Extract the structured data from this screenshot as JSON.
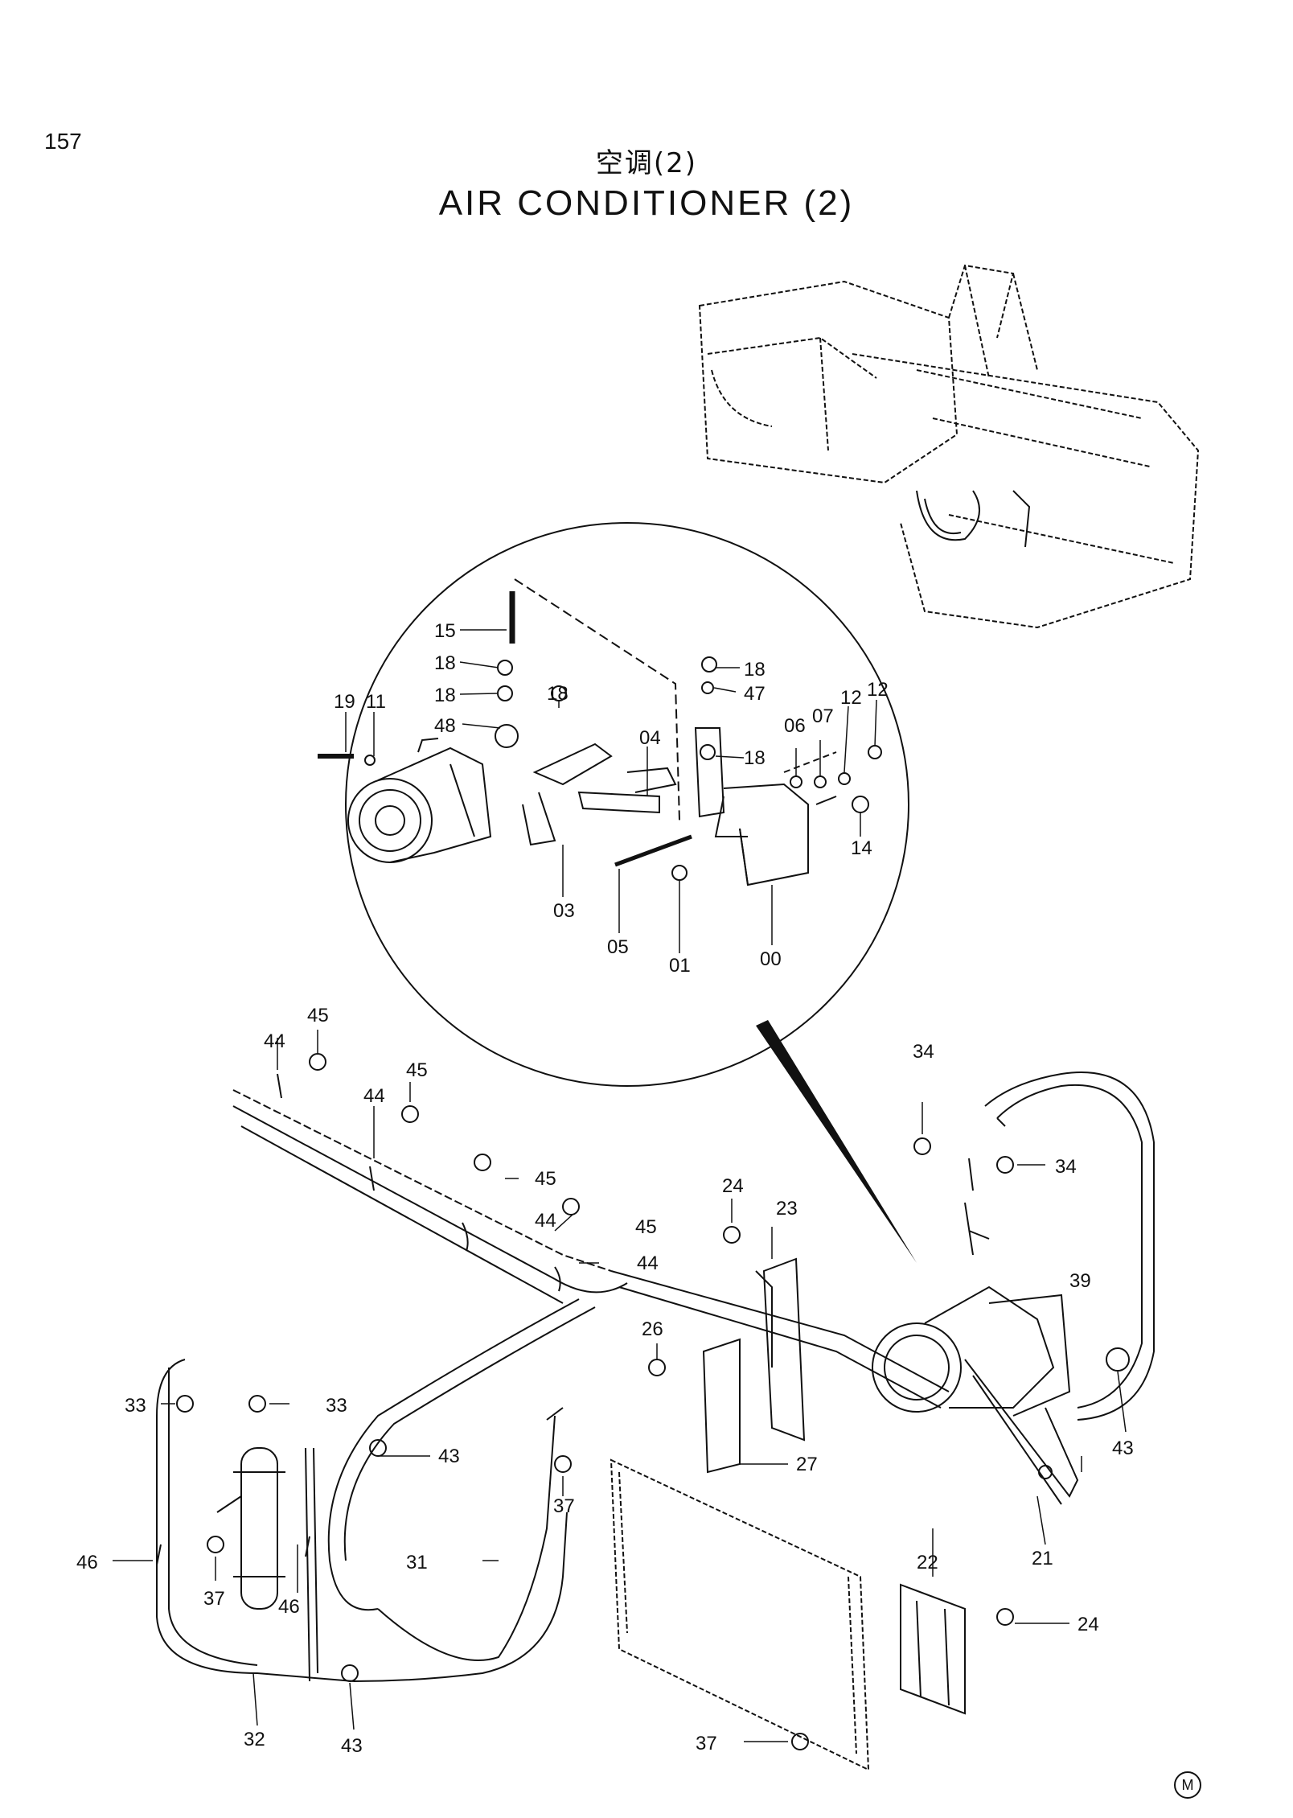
{
  "page_number": "157",
  "title_cn": "空调(2)",
  "title_en": "AIR CONDITIONER (2)",
  "corner_mark": "M",
  "callouts": {
    "c15": "15",
    "c18a": "18",
    "c18b": "18",
    "c18c": "18",
    "c18d": "18",
    "c18e": "18",
    "c19": "19",
    "c11": "11",
    "c48": "48",
    "c04": "04",
    "c47": "47",
    "c06": "06",
    "c07": "07",
    "c12a": "12",
    "c12b": "12",
    "c14": "14",
    "c03": "03",
    "c05": "05",
    "c01": "01",
    "c00": "00",
    "c45a": "45",
    "c45b": "45",
    "c45c": "45",
    "c45d": "45",
    "c44a": "44",
    "c44b": "44",
    "c44c": "44",
    "c44d": "44",
    "c34a": "34",
    "c34b": "34",
    "c39": "39",
    "c24a": "24",
    "c23": "23",
    "c26": "26",
    "c27": "27",
    "c33a": "33",
    "c33b": "33",
    "c43a": "43",
    "c43b": "43",
    "c43c": "43",
    "c46a": "46",
    "c46b": "46",
    "c37a": "37",
    "c37b": "37",
    "c37c": "37",
    "c31": "31",
    "c21": "21",
    "c22": "22",
    "c24b": "24",
    "c32": "32"
  }
}
